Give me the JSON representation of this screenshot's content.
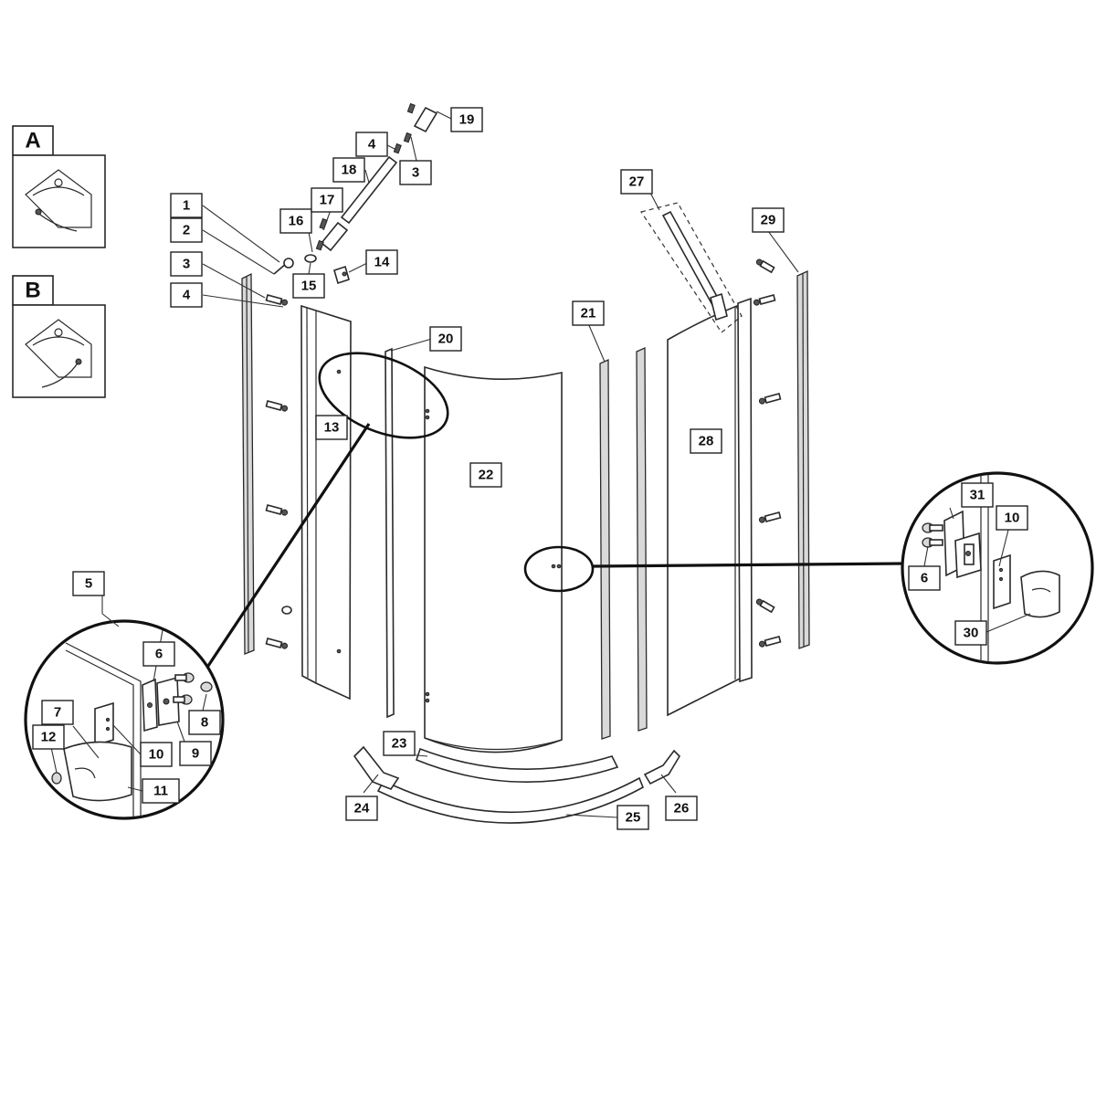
{
  "options": [
    {
      "letter": "A"
    },
    {
      "letter": "B"
    }
  ],
  "part_labels": [
    "1",
    "2",
    "3",
    "4",
    "5",
    "6",
    "7",
    "8",
    "9",
    "10",
    "11",
    "12",
    "13",
    "14",
    "15",
    "16",
    "17",
    "18",
    "19",
    "20",
    "21",
    "22",
    "23",
    "24",
    "25",
    "26",
    "27",
    "28",
    "29",
    "30",
    "31"
  ],
  "detail_left": {
    "labels": [
      "6",
      "7",
      "8",
      "9",
      "10",
      "11",
      "12"
    ]
  },
  "detail_right": {
    "labels": [
      "31",
      "10",
      "6",
      "30"
    ]
  },
  "colors": {
    "line": "#2a2a2a",
    "background": "#ffffff"
  }
}
